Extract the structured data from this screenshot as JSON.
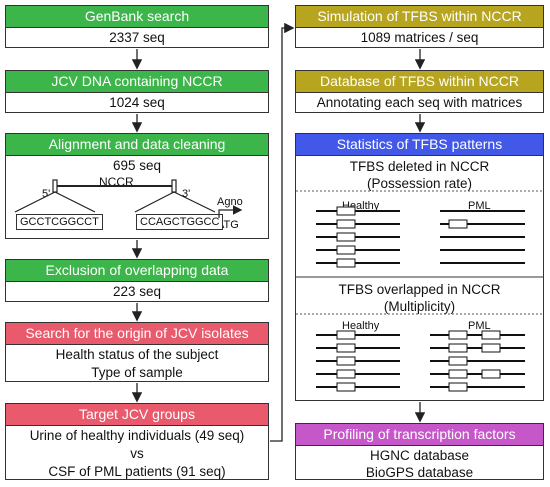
{
  "left": {
    "genbank": {
      "title": "GenBank search",
      "value": "2337 seq"
    },
    "ncc": {
      "title": "JCV DNA containing NCCR",
      "value": "1024 seq"
    },
    "align": {
      "title": "Alignment and data cleaning",
      "value": "695 seq",
      "nccr_label": "NCCR",
      "five_prime": "5'",
      "three_prime": "3'",
      "left_seq": "GCCTCGGCCT",
      "right_seq": "CCAGCTGGCC",
      "agno": "Agno",
      "atg": "ATG"
    },
    "exclusion": {
      "title": "Exclusion of overlapping data",
      "value": "223 seq"
    },
    "origin": {
      "title": "Search for the origin of JCV isolates",
      "line1": "Health status of the subject",
      "line2": "Type of sample"
    },
    "target": {
      "title": "Target JCV groups",
      "line1": "Urine of healthy individuals (49 seq)",
      "line2": "vs",
      "line3": "CSF of PML patients (91 seq)"
    }
  },
  "right": {
    "simulation": {
      "title": "Simulation of TFBS within NCCR",
      "value": "1089 matrices / seq"
    },
    "database": {
      "title": "Database of TFBS within NCCR",
      "value": "Annotating each seq with matrices"
    },
    "stats": {
      "title": "Statistics of TFBS patterns",
      "deleted_line1": "TFBS deleted in NCCR",
      "deleted_line2": "(Possession rate)",
      "overlapped_line1": "TFBS overlapped in NCCR",
      "overlapped_line2": "(Multiplicity)",
      "healthy": "Healthy",
      "pml": "PML"
    },
    "profiling": {
      "title": "Profiling of transcription factors",
      "line1": "HGNC database",
      "line2": "BioGPS database"
    }
  },
  "colors": {
    "green": "#3cb54a",
    "pink": "#e95a6c",
    "olive": "#b7a51f",
    "blue": "#4158e8",
    "violet": "#c557c9"
  }
}
